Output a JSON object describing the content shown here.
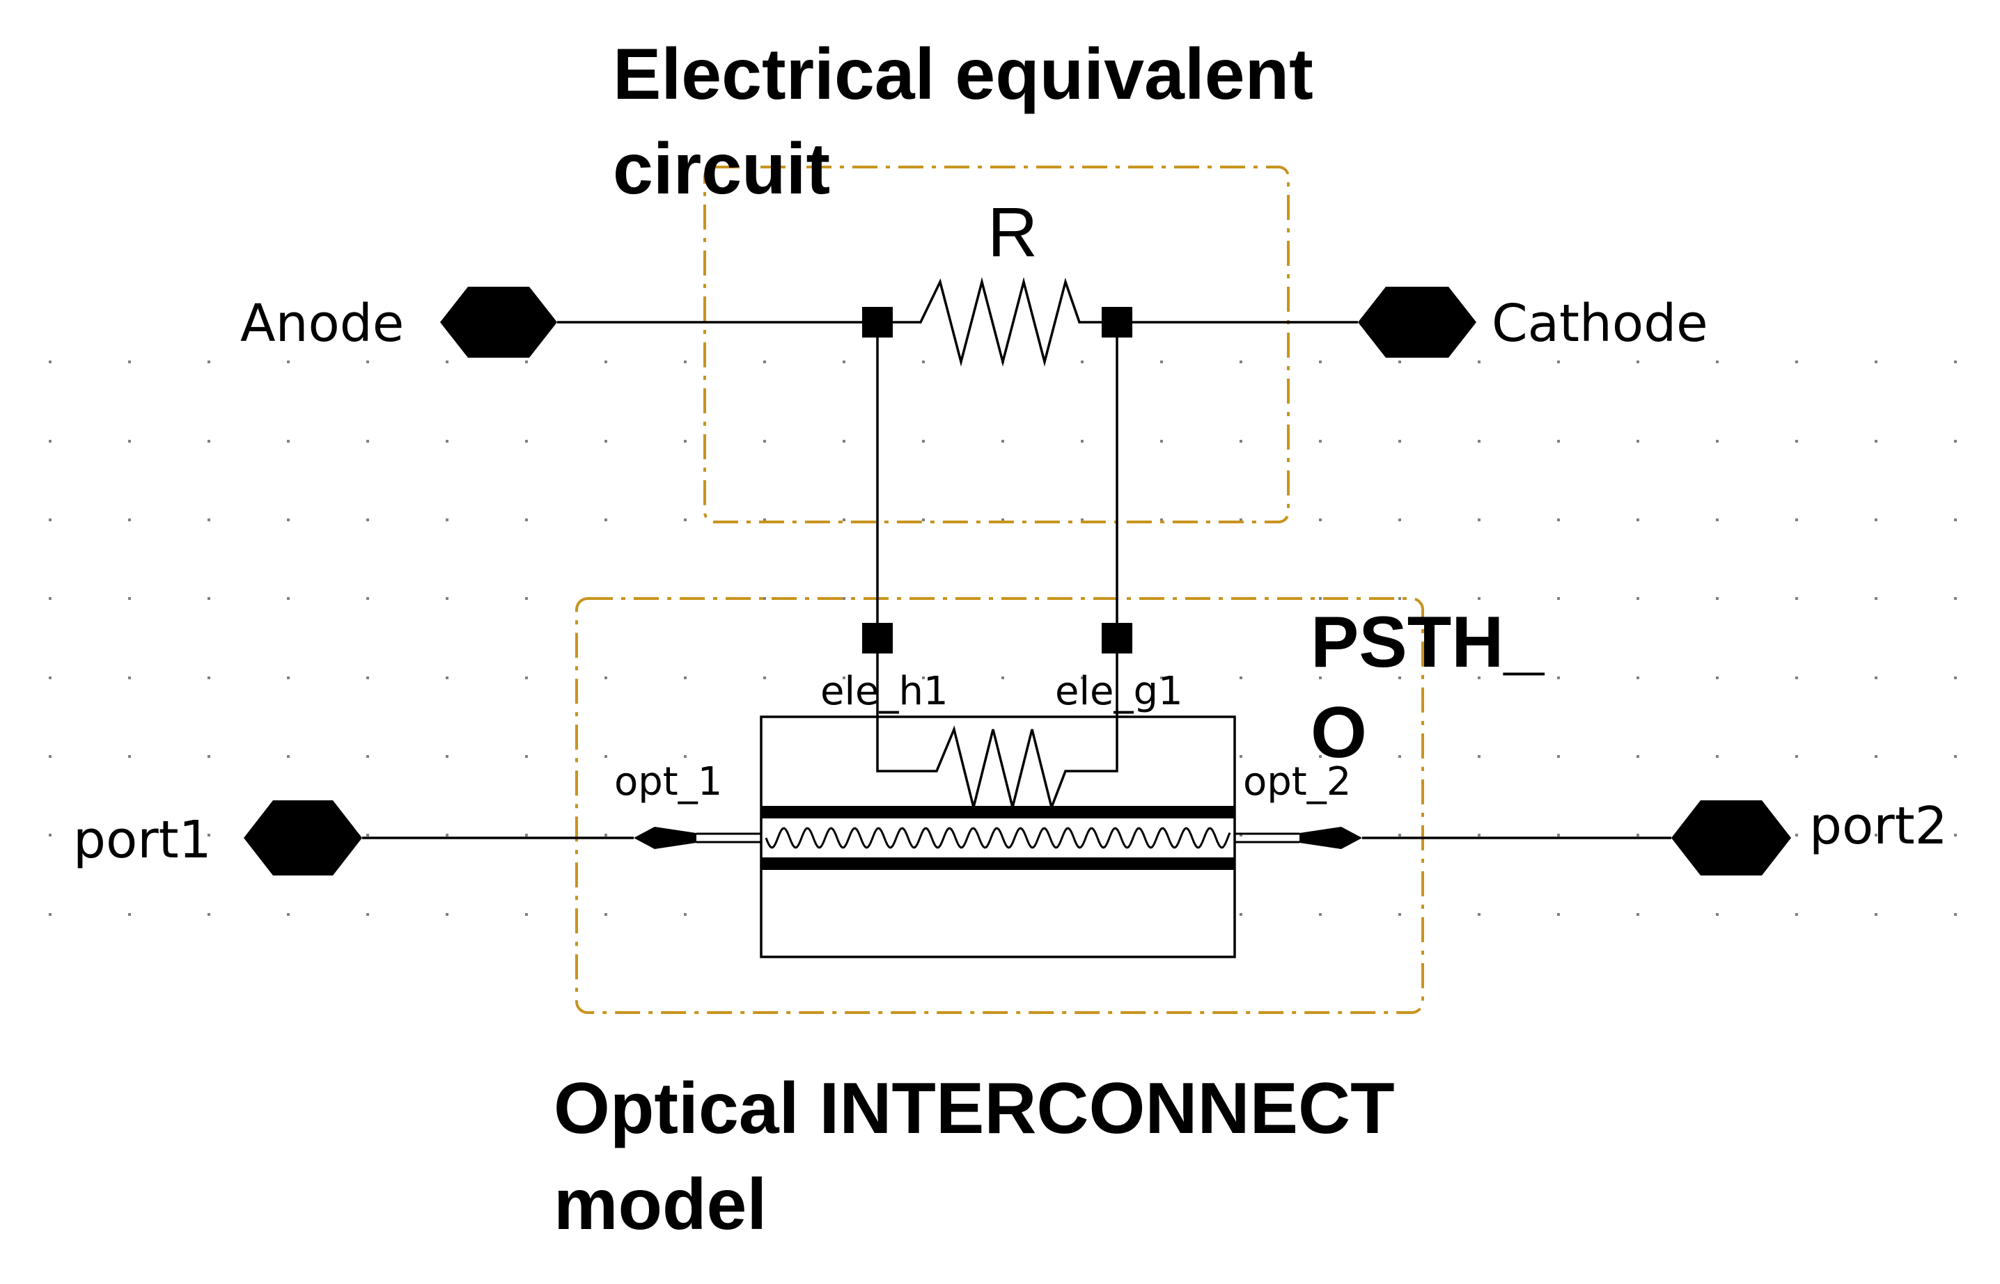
{
  "diagram": {
    "electrical_title": [
      "Electrical equivalent",
      "circuit"
    ],
    "optical_title": [
      "Optical INTERCONNECT",
      "model"
    ],
    "component_name": [
      "PSTH_",
      "O"
    ],
    "resistor_label": "R",
    "ports": {
      "anode": "Anode",
      "cathode": "Cathode",
      "port1": "port1",
      "port2": "port2"
    },
    "pins": {
      "ele_h1": "ele_h1",
      "ele_g1": "ele_g1",
      "opt_1": "opt_1",
      "opt_2": "opt_2"
    },
    "colors": {
      "group_border": "#c8941e",
      "wire": "#000000",
      "grid_dot": "#808080"
    }
  }
}
